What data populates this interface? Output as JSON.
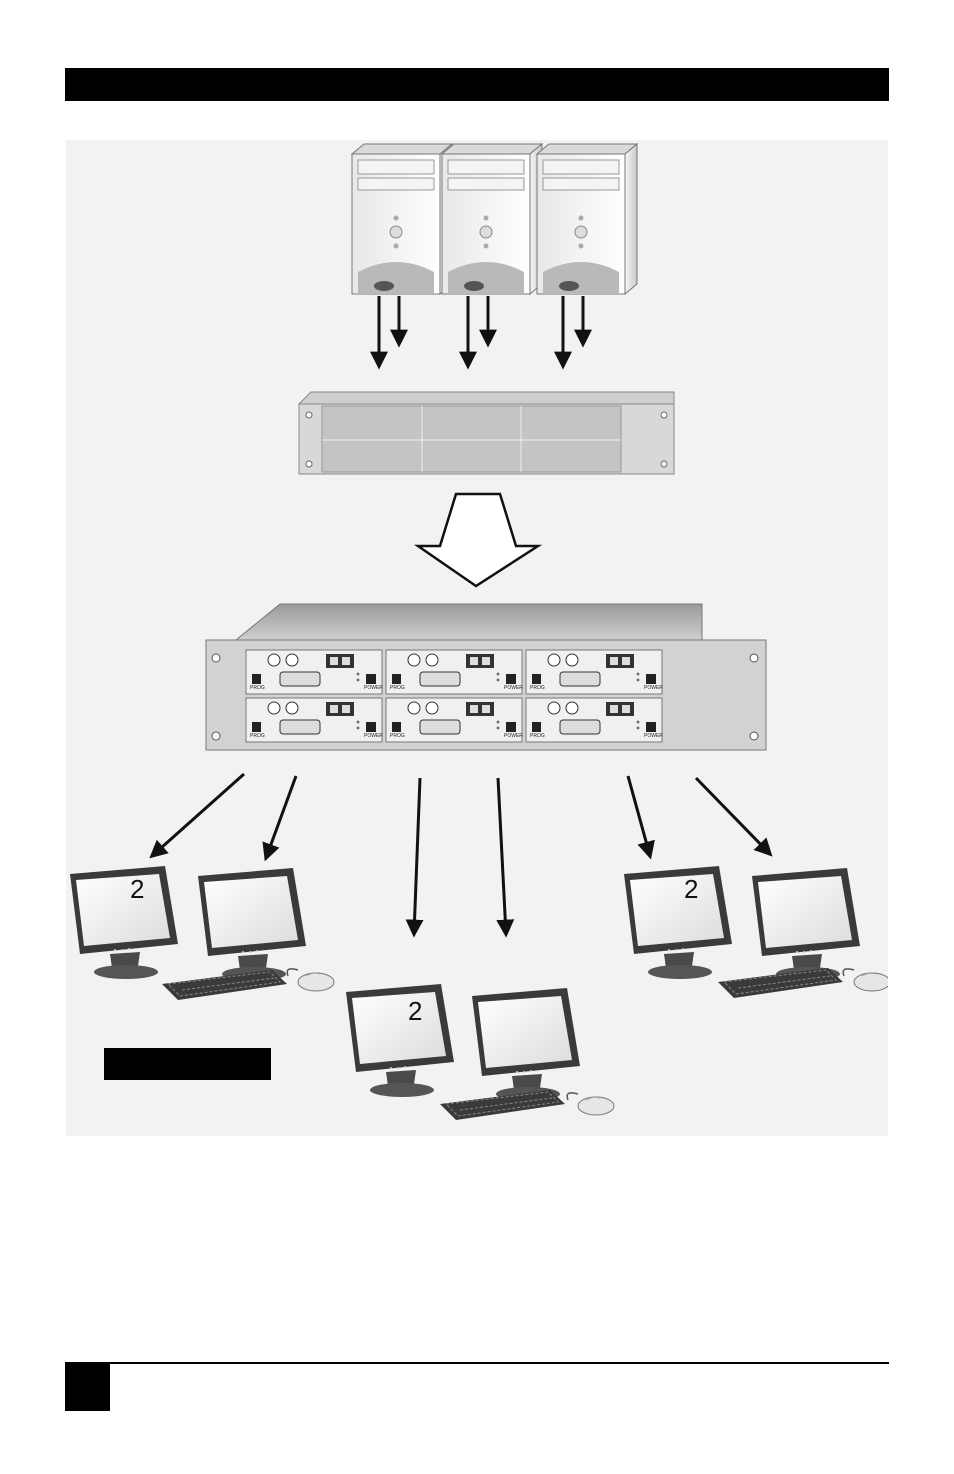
{
  "figure": {
    "monitor_numbers": [
      "2",
      "2",
      "2"
    ],
    "unit_labels": {
      "prog": "PROG",
      "power": "POWER"
    }
  },
  "colors": {
    "background": "#ffffff",
    "figure_bg": "#f2f2f2",
    "bars": "#000000",
    "arrow": "#111111"
  }
}
